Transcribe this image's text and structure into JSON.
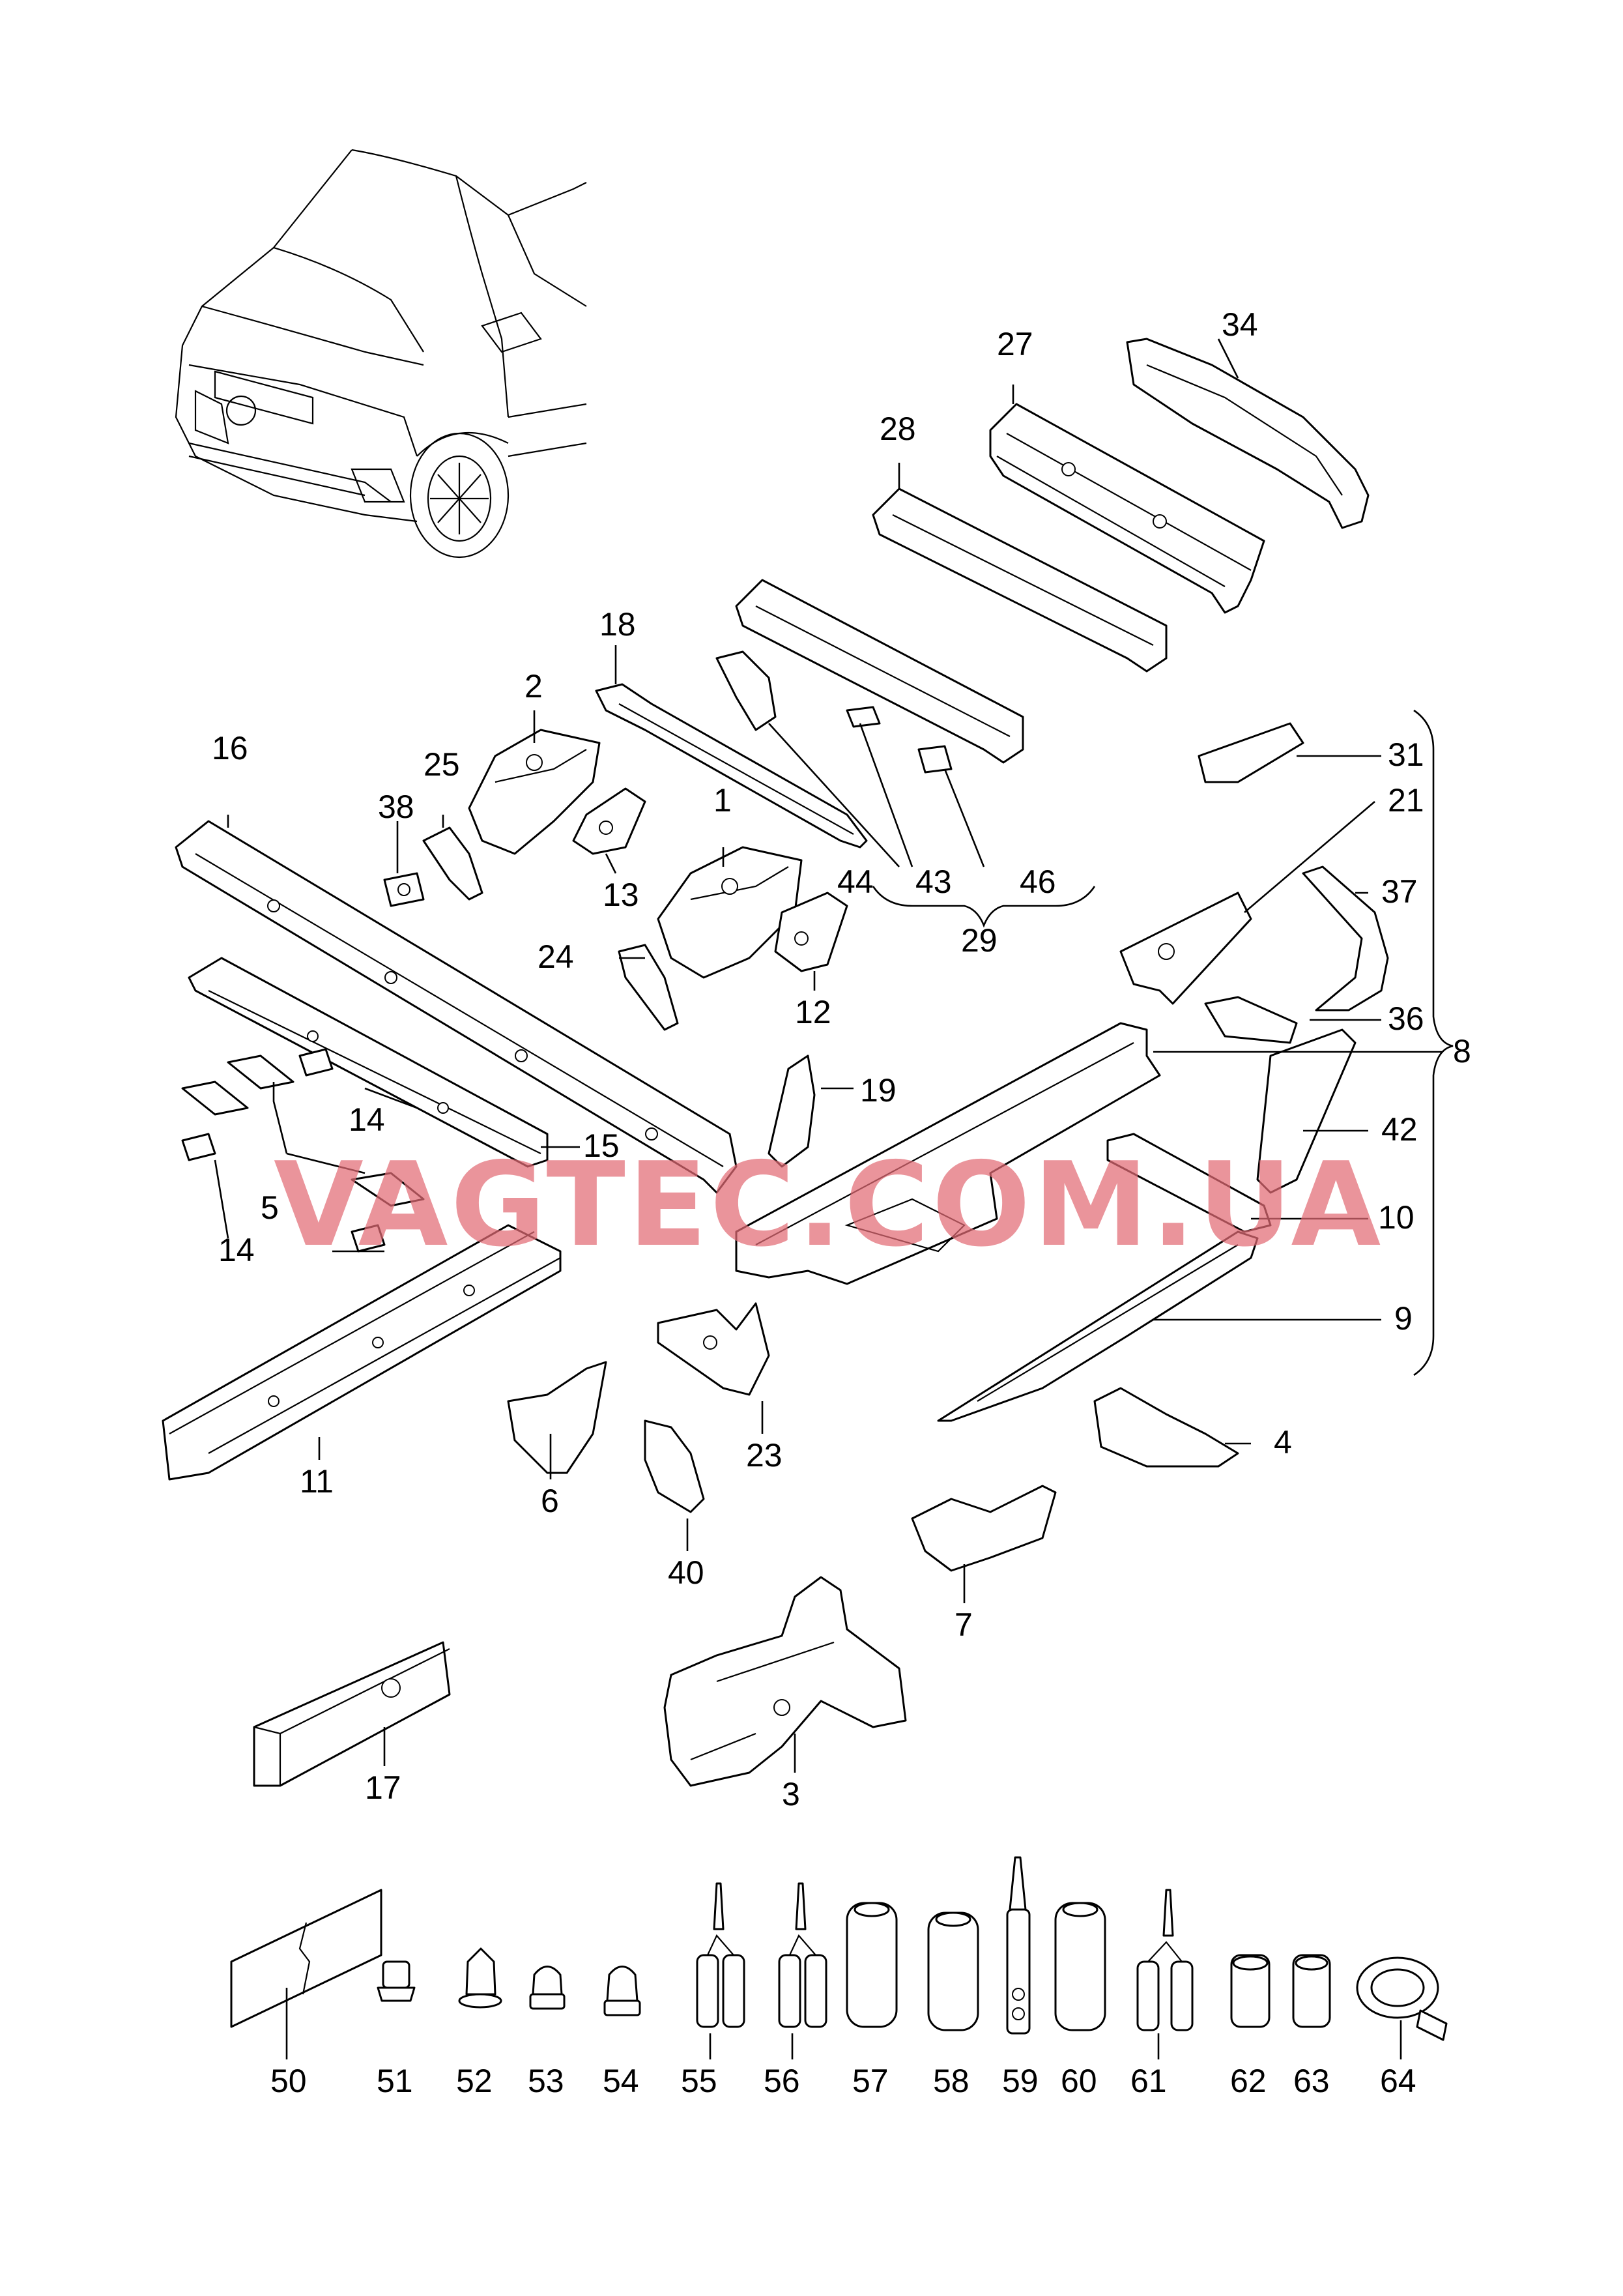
{
  "watermark": "VAGTEC.COM.UA",
  "labels": {
    "p1": "1",
    "p2": "2",
    "p3": "3",
    "p4": "4",
    "p5": "5",
    "p6": "6",
    "p7": "7",
    "p8": "8",
    "p9": "9",
    "p10": "10",
    "p11": "11",
    "p12": "12",
    "p13": "13",
    "p14a": "14",
    "p14b": "14",
    "p15": "15",
    "p16": "16",
    "p17": "17",
    "p18": "18",
    "p19": "19",
    "p21": "21",
    "p23": "23",
    "p24": "24",
    "p25": "25",
    "p27": "27",
    "p28": "28",
    "p29": "29",
    "p31": "31",
    "p34": "34",
    "p36": "36",
    "p37": "37",
    "p38": "38",
    "p40": "40",
    "p42": "42",
    "p43": "43",
    "p44": "44",
    "p46": "46",
    "p50": "50",
    "p51": "51",
    "p52": "52",
    "p53": "53",
    "p54": "54",
    "p55": "55",
    "p56": "56",
    "p57": "57",
    "p58": "58",
    "p59": "59",
    "p60": "60",
    "p61": "61",
    "p62": "62",
    "p63": "63",
    "p64": "64"
  },
  "colors": {
    "line": "#000000",
    "watermark": "#e26b74",
    "background": "#ffffff"
  }
}
